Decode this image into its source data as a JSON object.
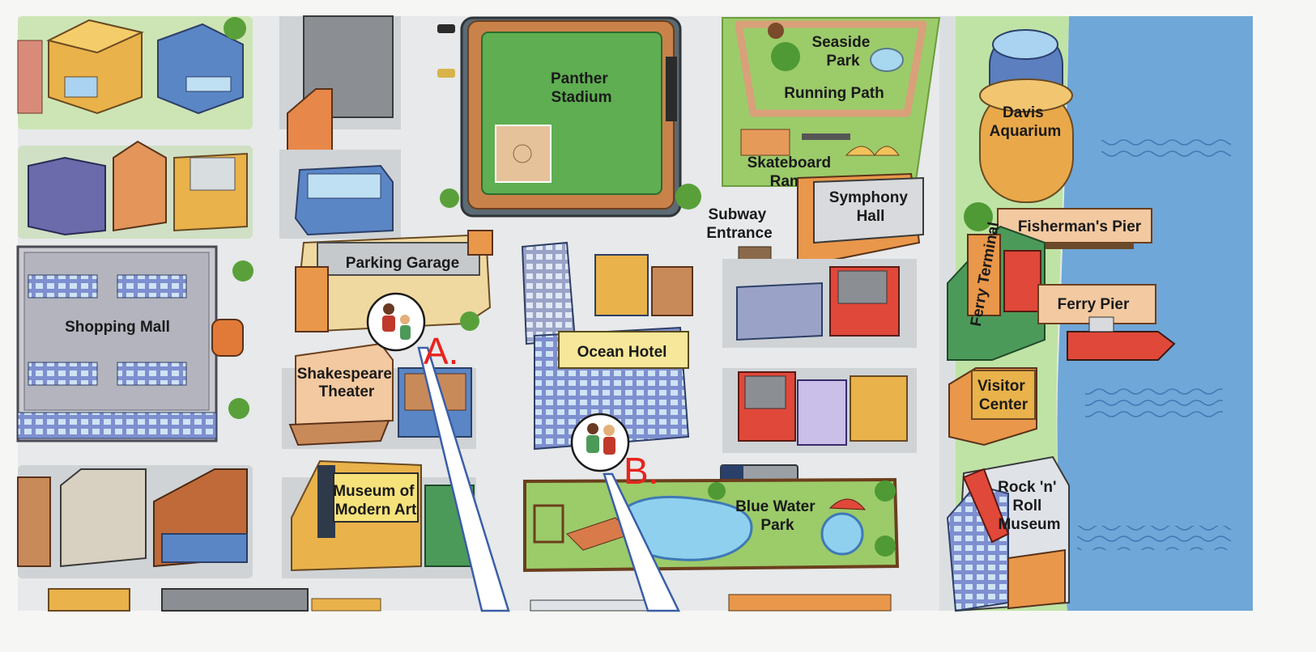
{
  "map": {
    "landmarks": [
      {
        "id": "seaside-park",
        "lines": [
          "Seaside",
          "Park"
        ]
      },
      {
        "id": "running-path",
        "lines": [
          "Running Path"
        ]
      },
      {
        "id": "panther-stadium",
        "lines": [
          "Panther",
          "Stadium"
        ]
      },
      {
        "id": "davis-aquarium",
        "lines": [
          "Davis",
          "Aquarium"
        ]
      },
      {
        "id": "skateboard-ramp",
        "lines": [
          "Skateboard",
          "Ramp"
        ]
      },
      {
        "id": "symphony-hall",
        "lines": [
          "Symphony",
          "Hall"
        ]
      },
      {
        "id": "subway-entrance",
        "lines": [
          "Subway",
          "Entrance"
        ]
      },
      {
        "id": "fishermans-pier",
        "lines": [
          "Fisherman's Pier"
        ]
      },
      {
        "id": "ferry-terminal",
        "lines": [
          "Ferry Terminal"
        ]
      },
      {
        "id": "ferry-pier",
        "lines": [
          "Ferry Pier"
        ]
      },
      {
        "id": "parking-garage",
        "lines": [
          "Parking Garage"
        ]
      },
      {
        "id": "shopping-mall",
        "lines": [
          "Shopping Mall"
        ]
      },
      {
        "id": "ocean-hotel",
        "lines": [
          "Ocean Hotel"
        ]
      },
      {
        "id": "shakespeare-theater",
        "lines": [
          "Shakespeare",
          "Theater"
        ]
      },
      {
        "id": "visitor-center",
        "lines": [
          "Visitor",
          "Center"
        ]
      },
      {
        "id": "museum-modern-art",
        "lines": [
          "Museum of",
          "Modern Art"
        ]
      },
      {
        "id": "blue-water-park",
        "lines": [
          "Blue Water",
          "Park"
        ]
      },
      {
        "id": "rock-n-roll-museum",
        "lines": [
          "Rock 'n'",
          "Roll",
          "Museum"
        ]
      }
    ],
    "markers": [
      {
        "id": "A",
        "label": "A."
      },
      {
        "id": "B",
        "label": "B."
      }
    ],
    "colors": {
      "water": "#6fa7d8",
      "road": "#e6e8ea",
      "park": "#9ccb6a",
      "field": "#5fae52",
      "marker": "#e8231e"
    }
  }
}
